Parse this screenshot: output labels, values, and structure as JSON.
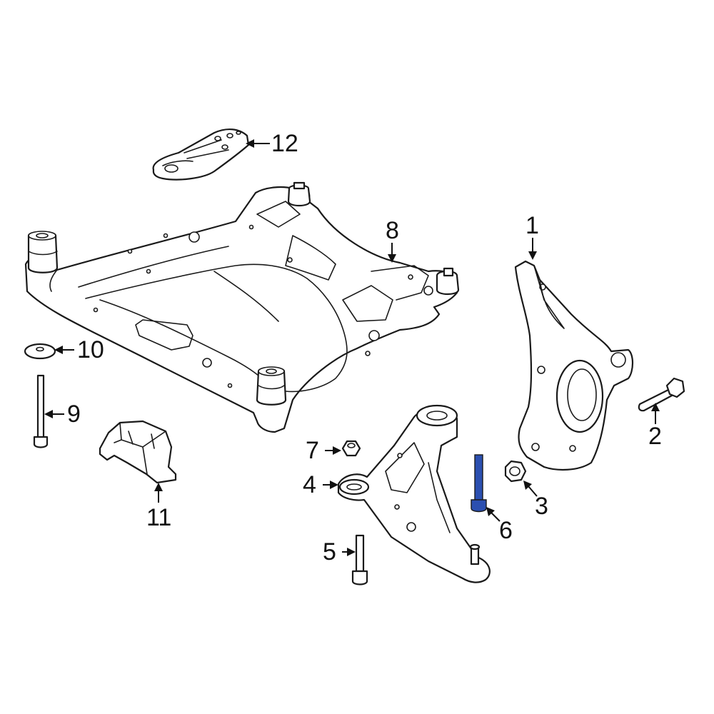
{
  "diagram": {
    "highlight_color": "#2b4fb0",
    "line_color": "#1a1a1a",
    "highlighted_part": "6",
    "callouts": [
      {
        "number": "1"
      },
      {
        "number": "2"
      },
      {
        "number": "3"
      },
      {
        "number": "4"
      },
      {
        "number": "5"
      },
      {
        "number": "6"
      },
      {
        "number": "7"
      },
      {
        "number": "8"
      },
      {
        "number": "9"
      },
      {
        "number": "10"
      },
      {
        "number": "11"
      },
      {
        "number": "12"
      }
    ]
  }
}
